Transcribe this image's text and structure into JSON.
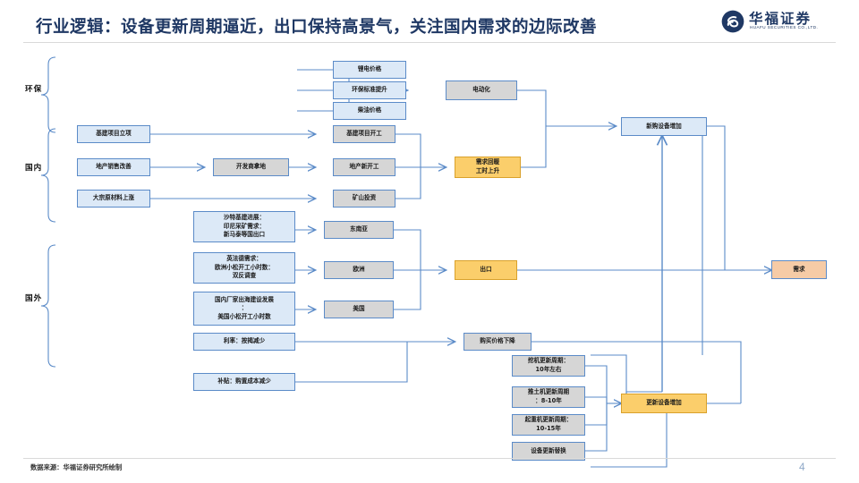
{
  "header": {
    "title": "行业逻辑：设备更新周期逼近，出口保持高景气，关注国内需求的边际改善",
    "logo_cn": "华福证券",
    "logo_en": "HUAFU SECURITIES CO.,LTD.",
    "accent_color": "#1F3864"
  },
  "footer": {
    "source": "数据来源：华福证券研究所绘制",
    "page_number": "4"
  },
  "groups": [
    {
      "label": "环保"
    },
    {
      "label": "国内"
    },
    {
      "label": "国外"
    }
  ],
  "colors": {
    "blue_fill": "#DCE9F7",
    "gray_fill": "#D6D6D6",
    "yellow_fill": "#FBCE6B",
    "orange_fill": "#F6CBA6",
    "border_blue": "#5B8BC8",
    "wire": "#5B8BC8"
  },
  "nodes": {
    "lithium_price": "锂电价格",
    "env_standard": "环保标准提升",
    "diesel_price": "柴油价格",
    "electrification": "电动化",
    "infra_project_approval": "基建项目立项",
    "property_sales_improve": "地产销售改善",
    "bulk_raw_material_up": "大宗原材料上涨",
    "developer_land": "开发商拿地",
    "infra_project_start": "基建项目开工",
    "property_new_start": "地产新开工",
    "mining_investment": "矿山投资",
    "demand_recovery": "需求回暖\n工时上升",
    "demand_recovery_l1": "需求回暖",
    "demand_recovery_l2": "工时上升",
    "sea_drivers_l1": "沙特基建进展：",
    "sea_drivers_l2": "印尼采矿需求：",
    "sea_drivers_l3": "新马泰等国出口",
    "eu_drivers_l1": "英法德需求：",
    "eu_drivers_l2": "欧洲小松开工小时数：",
    "eu_drivers_l3": "双反调查",
    "us_drivers_l1": "国内厂家出海建设发展",
    "us_drivers_l2": "：",
    "us_drivers_l3": "美国小松开工小时数",
    "southeast_asia": "东南亚",
    "europe": "欧洲",
    "usa": "美国",
    "export": "出口",
    "interest_rate": "利率：按揭减少",
    "subsidy": "补贴：购置成本减少",
    "purchase_price_down": "购买价格下降",
    "excavator_cycle_l1": "挖机更新周期：",
    "excavator_cycle_l2": "10年左右",
    "bulldozer_cycle_l1": "推土机更新周期",
    "bulldozer_cycle_l2": "：8-10年",
    "crane_cycle_l1": "起重机更新周期：",
    "crane_cycle_l2": "10-15年",
    "equipment_replace": "设备更新替换",
    "renewal_equipment_up": "更新设备增加",
    "new_equipment_up": "新购设备增加",
    "demand": "需求"
  }
}
